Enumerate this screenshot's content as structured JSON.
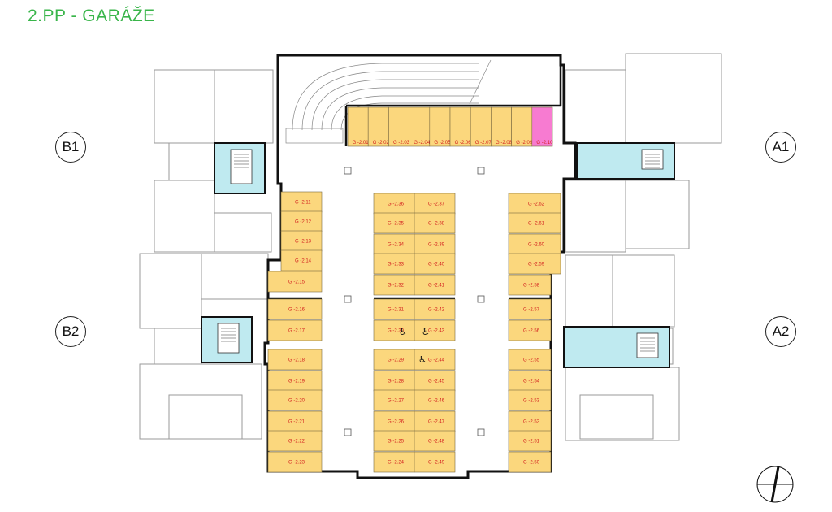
{
  "title": "2.PP - GARÁŽE",
  "building_labels": {
    "a1": "A1",
    "a2": "A2",
    "b1": "B1",
    "b2": "B2"
  },
  "colors": {
    "parking": "#fbd77d",
    "special_slot": "#f77bd1",
    "stair_core": "#bfeaf0",
    "wall": "#111111",
    "slot_text": "#d21d1d",
    "title": "#39b54a"
  },
  "icons": {
    "north": "north-arrow-icon",
    "accessible": "wheelchair-icon"
  },
  "parking": {
    "top_row": [
      "G -2.01",
      "G -2.02",
      "G -2.03",
      "G -2.04",
      "G -2.05",
      "G -2.06",
      "G -2.07",
      "G -2.08",
      "G -2.09",
      "G -2.10"
    ],
    "highlighted": "G -2.10",
    "left_column_top": [
      "G -2.11",
      "G -2.12",
      "G -2.13",
      "G -2.14",
      "G -2.15"
    ],
    "left_column_mid": [
      "G -2.16",
      "G -2.17"
    ],
    "left_column_bottom": [
      "G -2.18",
      "G -2.19",
      "G -2.20",
      "G -2.21",
      "G -2.22",
      "G -2.23"
    ],
    "center_left": [
      "G -2.36",
      "G -2.35",
      "G -2.34",
      "G -2.33",
      "G -2.32",
      "G -2.31",
      "G -2.30",
      "G -2.29",
      "G -2.28",
      "G -2.27",
      "G -2.26",
      "G -2.25",
      "G -2.24"
    ],
    "center_right": [
      "G -2.37",
      "G -2.38",
      "G -2.39",
      "G -2.40",
      "G -2.41",
      "G -2.42",
      "G -2.43",
      "G -2.44",
      "G -2.45",
      "G -2.46",
      "G -2.47",
      "G -2.48",
      "G -2.49"
    ],
    "right_column": [
      "G -2.62",
      "G -2.61",
      "G -2.60",
      "G -2.59",
      "G -2.58",
      "G -2.57",
      "G -2.56",
      "G -2.55",
      "G -2.54",
      "G -2.53",
      "G -2.52",
      "G -2.51",
      "G -2.50"
    ]
  }
}
